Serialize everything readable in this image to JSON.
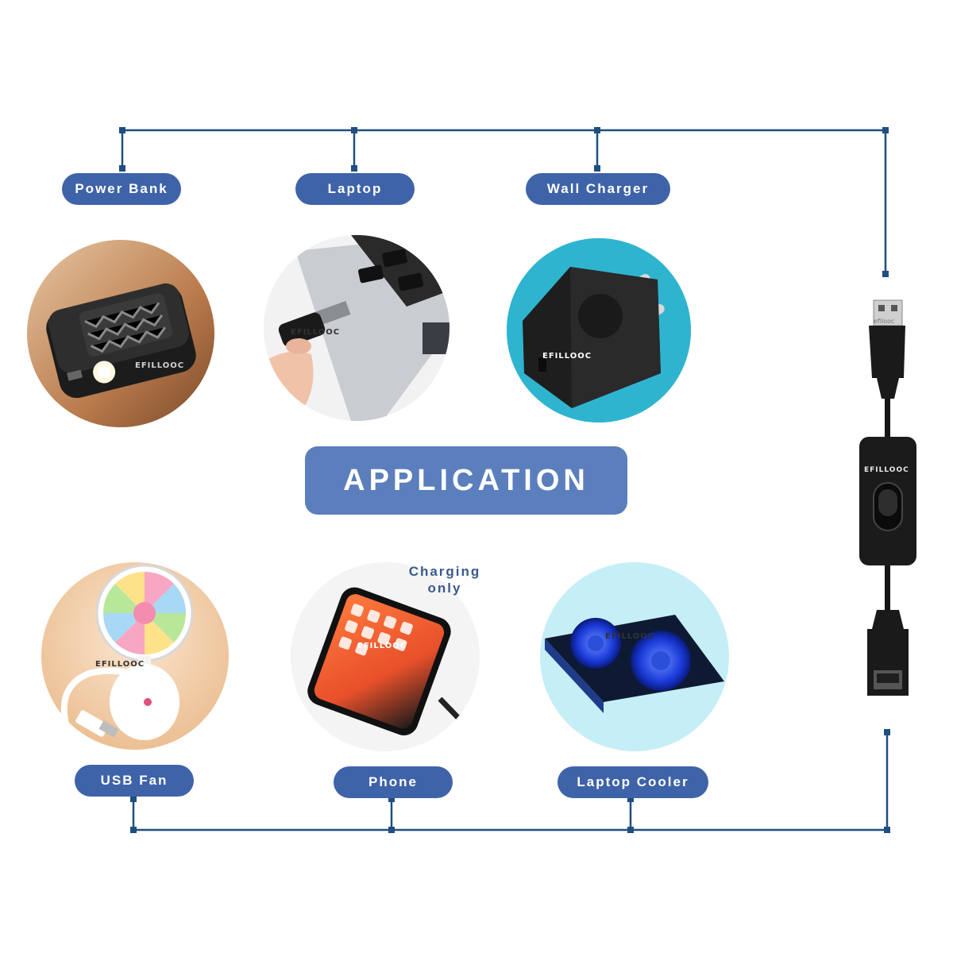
{
  "title": "APPLICATION",
  "brand": "EFILLOOC",
  "colors": {
    "accent": "#3f63a8",
    "title_box": "#5b7ebd",
    "connector": "#1f4f80",
    "note_text": "#3a5a8c"
  },
  "top_row": [
    {
      "label": "Power Bank",
      "photo": "power-bank-photo"
    },
    {
      "label": "Laptop",
      "photo": "laptop-usb-port-photo"
    },
    {
      "label": "Wall Charger",
      "photo": "wall-charger-photo"
    }
  ],
  "bottom_row": [
    {
      "label": "USB Fan",
      "photo": "usb-fan-photo"
    },
    {
      "label": "Phone",
      "photo": "smartphone-charging-photo",
      "note_line1": "Charging",
      "note_line2": "only"
    },
    {
      "label": "Laptop Cooler",
      "photo": "laptop-cooler-photo"
    }
  ],
  "product": {
    "photo": "usb-switch-cable-photo",
    "switch_brand": "EFILLOOC",
    "plug_marking": "efilooc"
  }
}
